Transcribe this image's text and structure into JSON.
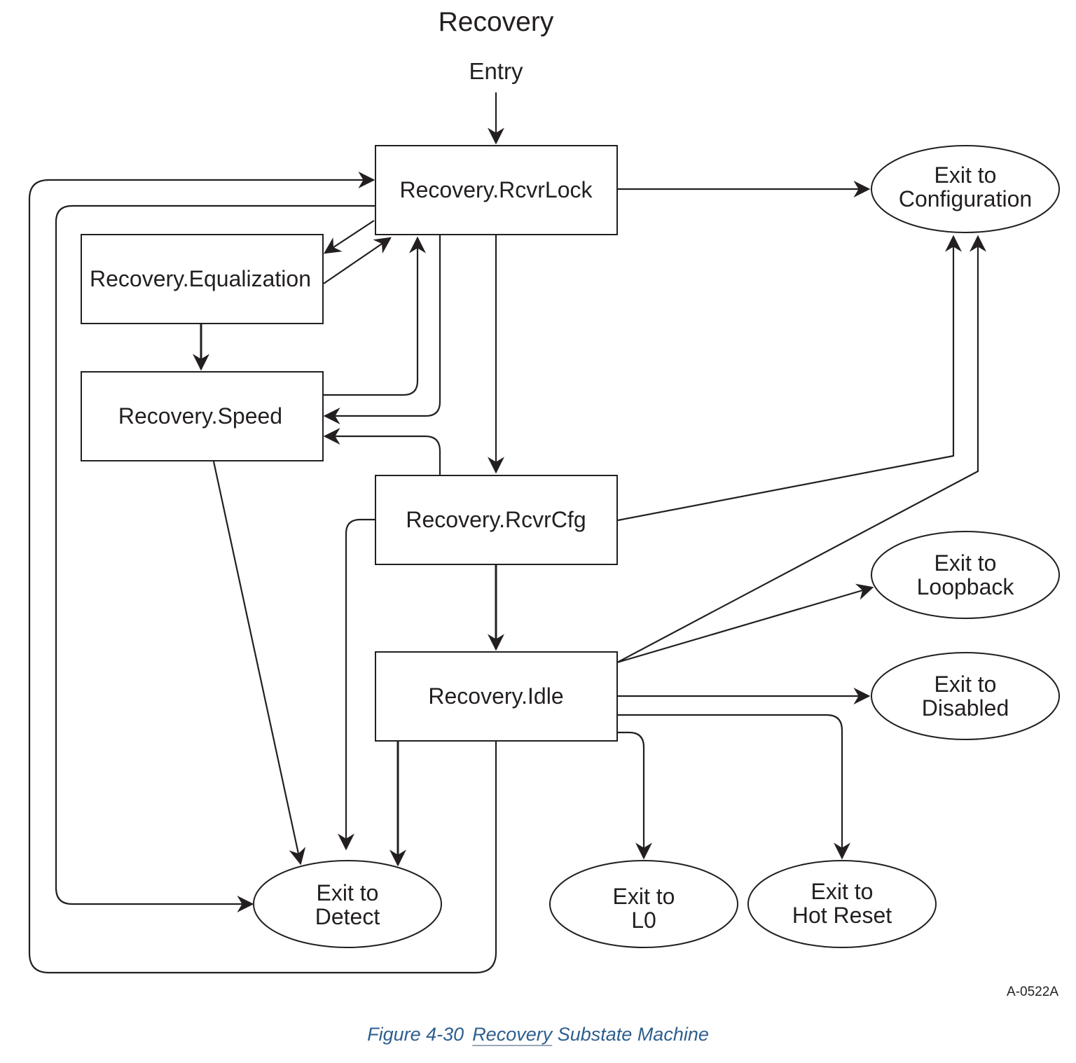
{
  "title": "Recovery",
  "entry_label": "Entry",
  "states": {
    "rcvrlock": "Recovery.RcvrLock",
    "equalization": "Recovery.Equalization",
    "speed": "Recovery.Speed",
    "rcvrcfg": "Recovery.RcvrCfg",
    "idle": "Recovery.Idle"
  },
  "exits": {
    "configuration": [
      "Exit to",
      "Configuration"
    ],
    "loopback": [
      "Exit to",
      "Loopback"
    ],
    "disabled": [
      "Exit to",
      "Disabled"
    ],
    "detect": [
      "Exit to",
      "Detect"
    ],
    "l0": [
      "Exit to",
      "L0"
    ],
    "hot_reset": [
      "Exit to",
      "Hot Reset"
    ]
  },
  "figure_id": "A-0522A",
  "caption": {
    "number": "Figure  4-30",
    "title_link": "Recovery",
    "title_rest": " Substate Machine"
  },
  "colors": {
    "ink": "#231f20",
    "caption": "#2e5f8f"
  }
}
